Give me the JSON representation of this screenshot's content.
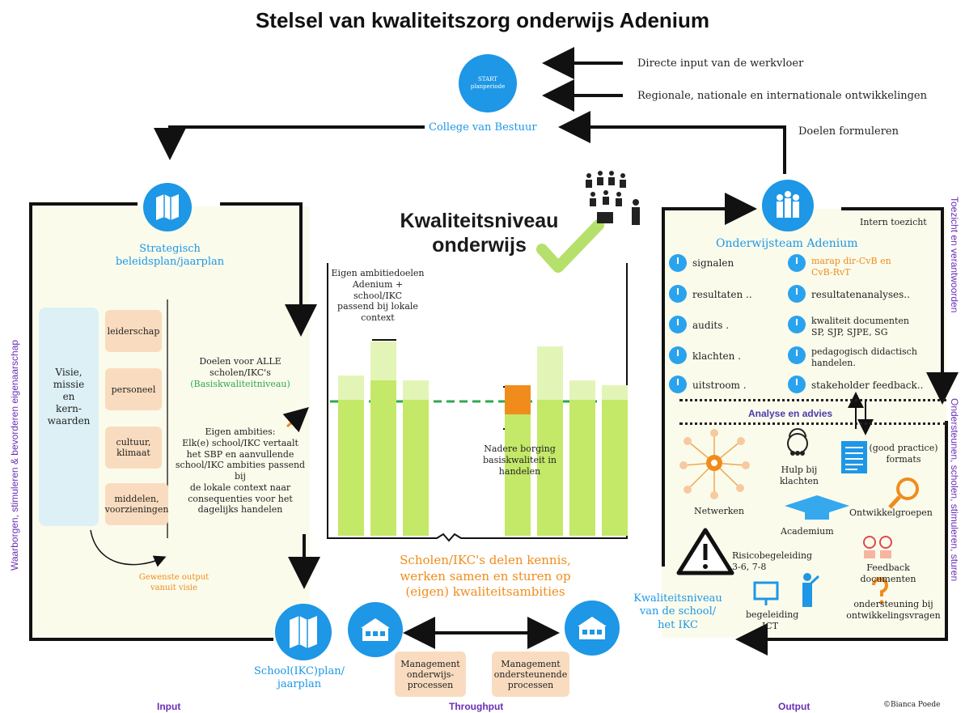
{
  "title": "Stelsel van kwaliteitszorg onderwijs Adenium",
  "start": {
    "line1": "START",
    "line2": "planperiode"
  },
  "inputs": {
    "input1": "Directe input van de werkvloer",
    "input2": "Regionale, nationale en internationale ontwikkelingen"
  },
  "college": "College van Bestuur",
  "doelen_formuleren": "Doelen formuleren",
  "strategisch": {
    "line1": "Strategisch",
    "line2": "beleidsplan/jaarplan"
  },
  "left_vertical": "Waarborgen, stimuleren & bevorderen eigenaarschap",
  "visie": {
    "line1": "Visie,",
    "line2": "missie",
    "line3": "en",
    "line4": "kern-",
    "line5": "waarden"
  },
  "pillars": [
    "leiderschap",
    "personeel",
    "cultuur, klimaat",
    "middelen, voorzieningen"
  ],
  "gewenste_output": {
    "line1": "Gewenste output",
    "line2": "vanuit visie"
  },
  "doelen_alle": {
    "line1": "Doelen voor ALLE",
    "line2": "scholen/IKC's",
    "line3": "(Basiskwaliteitniveau)"
  },
  "eigen_ambities_title": "Eigen ambities:",
  "eigen_ambities_lines": [
    "Elk(e) school/IKC vertaalt",
    "het SBP en aanvullende",
    "school/IKC ambities passend",
    "bij",
    "de lokale context naar",
    "consequenties voor het",
    "dagelijks handelen"
  ],
  "kwaliteitsniveau": {
    "line1": "Kwaliteitsniveau",
    "line2": "onderwijs"
  },
  "chart_note": {
    "line1": "Eigen ambitiedoelen",
    "line2": "Adenium +",
    "line3": "school/IKC",
    "line4": "passend bij lokale",
    "line5": "context"
  },
  "nadere_borging": {
    "line1": "Nadere borging",
    "line2": "basiskwaliteit in",
    "line3": "handelen"
  },
  "delen_kennis": {
    "line1": "Scholen/IKC's delen kennis,",
    "line2": "werken samen en sturen op",
    "line3": "(eigen) kwaliteitsambities"
  },
  "school_plan": {
    "line1": "School(IKC)plan/",
    "line2": "jaarplan"
  },
  "management1": {
    "line1": "Management",
    "line2": "onderwijs-",
    "line3": "processen"
  },
  "management2": {
    "line1": "Management",
    "line2": "ondersteunende",
    "line3": "processen"
  },
  "kwaliteitsniveau_school": {
    "line1": "Kwaliteitsniveau",
    "line2": "van de school/",
    "line3": "het IKC"
  },
  "onderwijsteam": "Onderwijsteam Adenium",
  "intern_toezicht": "Intern toezicht",
  "right_vertical1": "Toezicht en verantwoorden",
  "right_vertical2": "Ondersteunen, scholen, stimuleren, sturen",
  "signals_left": [
    "signalen",
    "resultaten ..",
    "audits .",
    "klachten .",
    "uitstroom ."
  ],
  "signals_right": [
    "marap dir-CvB en CvB-RvT",
    "resultatenanalyses..",
    "kwaliteit documenten SP, SJP, SJPE, SG",
    "pedagogisch didactisch handelen.",
    "stakeholder feedback.."
  ],
  "analyse": "Analyse en advies",
  "support": {
    "netwerken": "Netwerken",
    "hulp": {
      "line1": "Hulp bij",
      "line2": "klachten"
    },
    "formats": {
      "line1": "(good practice)",
      "line2": "formats"
    },
    "ontwikkelgroepen": "Ontwikkelgroepen",
    "academium": "Academium",
    "risico": {
      "line1": "Risicobegeleiding",
      "line2": "3-6, 7-8"
    },
    "feedback": {
      "line1": "Feedback",
      "line2": "documenten"
    },
    "ict": {
      "line1": "begeleiding",
      "line2": "ICT"
    },
    "ondersteuning": {
      "line1": "ondersteuning bij",
      "line2": "ontwikkelingsvragen"
    }
  },
  "bottom": {
    "input": "Input",
    "throughput": "Throughput",
    "output": "Output"
  },
  "credit": "©Bianca Poede",
  "colors": {
    "blue": "#1d97e6",
    "orange": "#f08c1c",
    "green": "#2fa84f",
    "bar": "#c4e868",
    "bar_light": "#e3f5b6",
    "purple": "#6a2fb5"
  },
  "chart_data": {
    "type": "bar",
    "groups": [
      {
        "name": "",
        "bars": [
          {
            "base": 56,
            "extra": 10
          },
          {
            "base": 64,
            "extra": 16
          },
          {
            "base": 56,
            "extra": 8
          }
        ]
      },
      {
        "name": "",
        "bars": [
          {
            "base": 50,
            "extra": 0
          },
          {
            "base": 56,
            "extra": 22
          },
          {
            "base": 56,
            "extra": 8
          },
          {
            "base": 56,
            "extra": 6
          }
        ]
      }
    ],
    "threshold": 50
  }
}
